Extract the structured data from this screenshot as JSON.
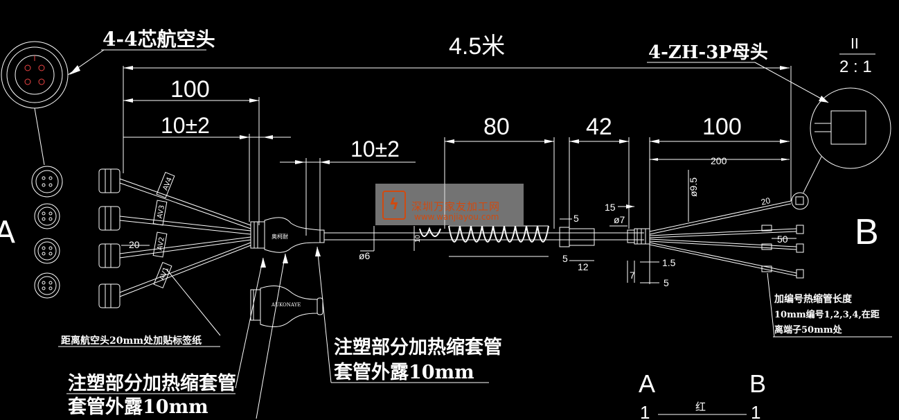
{
  "labels": {
    "aviation_plug": "4-4芯航空头",
    "total_length": "4.5米",
    "female_header": "4-ZH-3P母头",
    "scale_top": "II",
    "scale_ratio": "2 : 1",
    "dim_100_left": "100",
    "dim_10pm2_left": "10±2",
    "dim_10pm2_mid": "10±2",
    "dim_80": "80",
    "dim_42": "42",
    "dim_100_right": "100",
    "dim_200": "200",
    "dim_phi95": "ø9.5",
    "dim_20": "20",
    "dim_phi6": "ø6",
    "dim_phi7": "ø7",
    "dim_15": "15",
    "dim_5a": "5",
    "dim_5b": "5",
    "dim_12": "12",
    "dim_7": "7",
    "dim_5c": "5",
    "dim_15b": "1.5",
    "dim_10": "10",
    "dim_50": "50",
    "dim_20b": "20",
    "av1": "AV1",
    "av2": "AV2",
    "av3": "AV3",
    "av4": "AV4",
    "view_A": "A",
    "view_B": "B",
    "sticker_note": "距离航空头20mm处加贴标签纸",
    "overmold_note_1_line1": "注塑部分加热缩套管",
    "overmold_note_1_line2": "套管外露10mm",
    "overmold_note_2_line1": "注塑部分加热缩套管",
    "overmold_note_2_line2": "套管外露10mm",
    "heatshrink_note_line1": "加编号热缩管长度",
    "heatshrink_note_line2": "10mm编号1,2,3,4,在距",
    "heatshrink_note_line3": "离端子50mm处",
    "molded_label": "AUKONAYE",
    "molded_label_cn": "奥柯耐",
    "watermark_cn": "深圳万家友加工网",
    "watermark_url": "www.wanjiayou.com",
    "section_A": "A",
    "section_B": "B",
    "section_A_num": "1",
    "section_B_num": "1",
    "wire_color": "红"
  }
}
